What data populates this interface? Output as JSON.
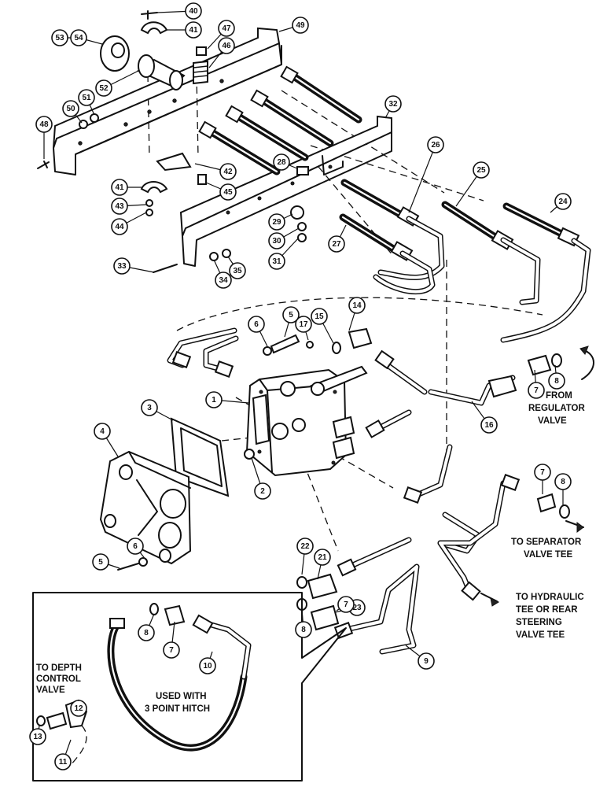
{
  "callouts": [
    {
      "n": "40"
    },
    {
      "n": "41"
    },
    {
      "n": "47"
    },
    {
      "n": "49"
    },
    {
      "n": "53"
    },
    {
      "n": "54"
    },
    {
      "n": "46"
    },
    {
      "n": "52"
    },
    {
      "n": "50"
    },
    {
      "n": "51"
    },
    {
      "n": "48"
    },
    {
      "n": "32"
    },
    {
      "n": "26"
    },
    {
      "n": "25"
    },
    {
      "n": "24"
    },
    {
      "n": "28"
    },
    {
      "n": "42"
    },
    {
      "n": "41"
    },
    {
      "n": "45"
    },
    {
      "n": "43"
    },
    {
      "n": "44"
    },
    {
      "n": "29"
    },
    {
      "n": "30"
    },
    {
      "n": "31"
    },
    {
      "n": "27"
    },
    {
      "n": "33"
    },
    {
      "n": "34"
    },
    {
      "n": "35"
    },
    {
      "n": "5"
    },
    {
      "n": "6"
    },
    {
      "n": "17"
    },
    {
      "n": "15"
    },
    {
      "n": "14"
    },
    {
      "n": "7"
    },
    {
      "n": "8"
    },
    {
      "n": "1"
    },
    {
      "n": "3"
    },
    {
      "n": "4"
    },
    {
      "n": "16"
    },
    {
      "n": "2"
    },
    {
      "n": "6"
    },
    {
      "n": "5"
    },
    {
      "n": "7"
    },
    {
      "n": "8"
    },
    {
      "n": "22"
    },
    {
      "n": "21"
    },
    {
      "n": "23"
    },
    {
      "n": "8"
    },
    {
      "n": "7"
    },
    {
      "n": "9"
    },
    {
      "n": "8"
    },
    {
      "n": "7"
    },
    {
      "n": "10"
    },
    {
      "n": "12"
    },
    {
      "n": "13"
    },
    {
      "n": "11"
    }
  ],
  "notes": {
    "from_regulator": [
      "FROM",
      "REGULATOR",
      "VALVE"
    ],
    "to_separator": [
      "TO SEPARATOR",
      "VALVE TEE"
    ],
    "to_hydraulic": [
      "TO HYDRAULIC",
      "TEE OR REAR",
      "STEERING",
      "VALVE TEE"
    ],
    "to_depth": [
      "TO DEPTH",
      "CONTROL",
      "VALVE"
    ],
    "used_with": [
      "USED WITH",
      "3 POINT HITCH"
    ]
  }
}
